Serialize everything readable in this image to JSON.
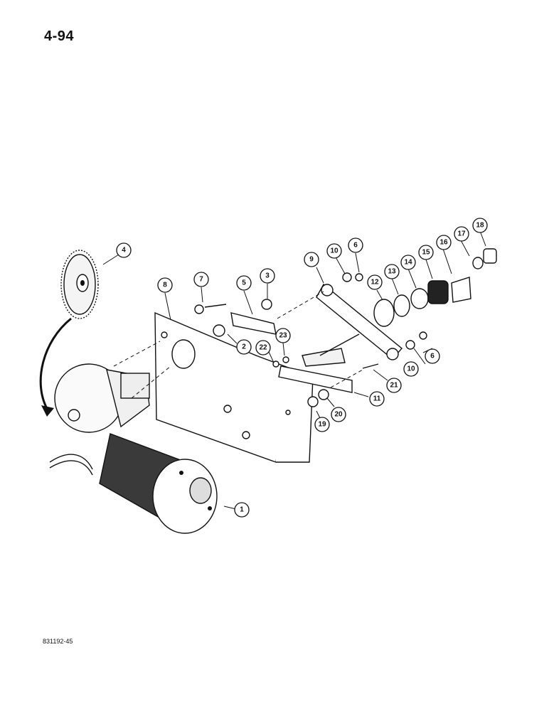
{
  "page": {
    "number": "4-94",
    "drawing_code": "831192-45"
  },
  "callouts": [
    {
      "id": "c1",
      "label": "1"
    },
    {
      "id": "c2",
      "label": "2"
    },
    {
      "id": "c3",
      "label": "3"
    },
    {
      "id": "c4",
      "label": "4"
    },
    {
      "id": "c5",
      "label": "5"
    },
    {
      "id": "c6a",
      "label": "6"
    },
    {
      "id": "c6b",
      "label": "6"
    },
    {
      "id": "c7",
      "label": "7"
    },
    {
      "id": "c8",
      "label": "8"
    },
    {
      "id": "c9",
      "label": "9"
    },
    {
      "id": "c10a",
      "label": "10"
    },
    {
      "id": "c10b",
      "label": "10"
    },
    {
      "id": "c11",
      "label": "11"
    },
    {
      "id": "c12",
      "label": "12"
    },
    {
      "id": "c13",
      "label": "13"
    },
    {
      "id": "c14",
      "label": "14"
    },
    {
      "id": "c15",
      "label": "15"
    },
    {
      "id": "c16",
      "label": "16"
    },
    {
      "id": "c17",
      "label": "17"
    },
    {
      "id": "c18",
      "label": "18"
    },
    {
      "id": "c19",
      "label": "19"
    },
    {
      "id": "c20",
      "label": "20"
    },
    {
      "id": "c21",
      "label": "21"
    },
    {
      "id": "c22",
      "label": "22"
    },
    {
      "id": "c23",
      "label": "23"
    }
  ]
}
